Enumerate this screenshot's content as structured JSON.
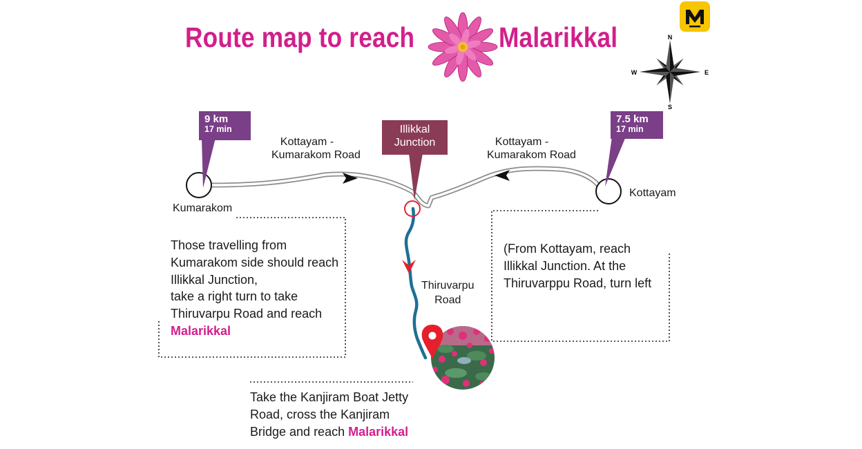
{
  "title": {
    "left": "Route map to reach",
    "right": "Malarikkal"
  },
  "brand": {
    "logo_letter": "M"
  },
  "compass": {
    "n": "N",
    "s": "S",
    "e": "E",
    "w": "W"
  },
  "places": {
    "kumarakom": "Kumarakom",
    "kottayam": "Kottayam"
  },
  "tags": {
    "left_km": "9 km",
    "left_min": "17 min",
    "right_km": "7.5 km",
    "right_min": "17 min",
    "junction_line1": "Illikkal",
    "junction_line2": "Junction"
  },
  "roads": {
    "left_line1": "Kottayam -",
    "left_line2": "Kumarakom Road",
    "right_line1": "Kottayam -",
    "right_line2": "Kumarakom Road",
    "south_line1": "Thiruvarpu",
    "south_line2": "Road"
  },
  "info": {
    "left": {
      "l1": "Those travelling from",
      "l2": "Kumarakom side should reach",
      "l3": "Illikkal Junction,",
      "l4": "take a right turn to take",
      "l5": "Thiruvarpu Road and reach",
      "l6": "Malarikkal"
    },
    "right": {
      "l1": "(From Kottayam, reach",
      "l2": "Illikkal Junction. At the",
      "l3": "Thiruvarppu Road, turn left"
    },
    "bottom": {
      "l1": "Take the Kanjiram Boat Jetty",
      "l2": "Road, cross the Kanjiram",
      "l3a": "Bridge and reach ",
      "l3b": "Malarikkal"
    }
  },
  "colors": {
    "title_pink": "#d21f8c",
    "tag_purple": "#7a3f87",
    "junction_maroon": "#8a3b55",
    "river_blue": "#1f6f93",
    "marker_red": "#e5202c",
    "logo_yellow": "#f7c600"
  },
  "icons": [
    "lotus-icon",
    "compass-rose-icon",
    "map-pin-icon",
    "brand-logo-icon"
  ]
}
